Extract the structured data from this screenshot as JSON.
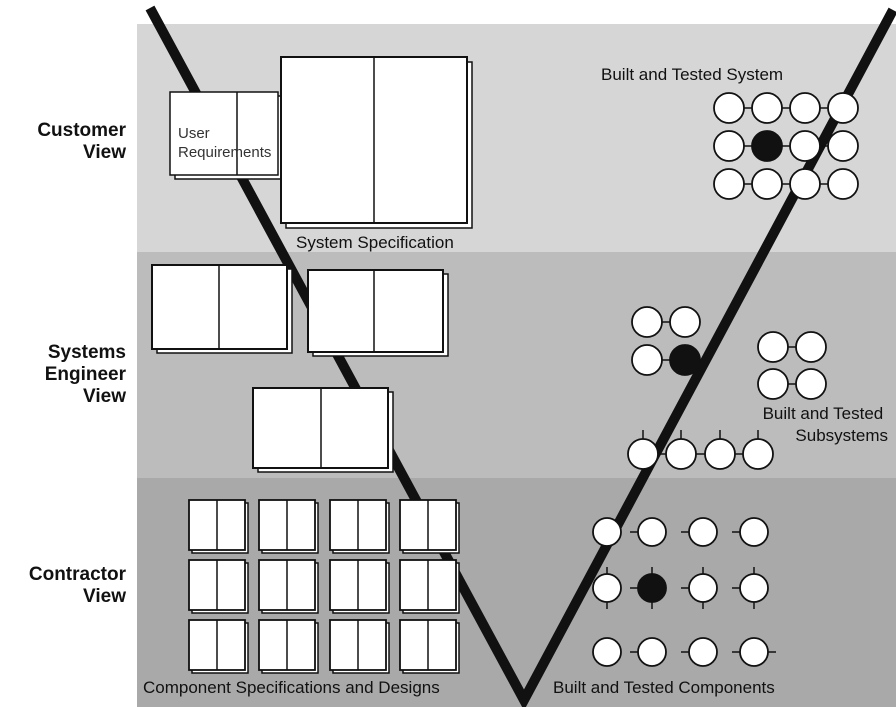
{
  "views": {
    "customer": [
      "Customer",
      "View"
    ],
    "systems_engineer": [
      "Systems",
      "Engineer",
      "View"
    ],
    "contractor": [
      "Contractor",
      "View"
    ]
  },
  "labels": {
    "user_requirements": [
      "User",
      "Requirements"
    ],
    "system_specification": "System Specification",
    "built_tested_system": "Built and Tested System",
    "built_tested_subsystems": [
      "Built and Tested",
      "Subsystems"
    ],
    "component_specs": "Component Specifications and Designs",
    "built_tested_components": "Built and Tested Components"
  },
  "colors": {
    "band_customer": "#d6d6d6",
    "band_systems": "#bcbcbc",
    "band_contractor": "#a9a9a9",
    "line": "#111111",
    "node_fill": "#ffffff",
    "node_highlight": "#111111"
  }
}
